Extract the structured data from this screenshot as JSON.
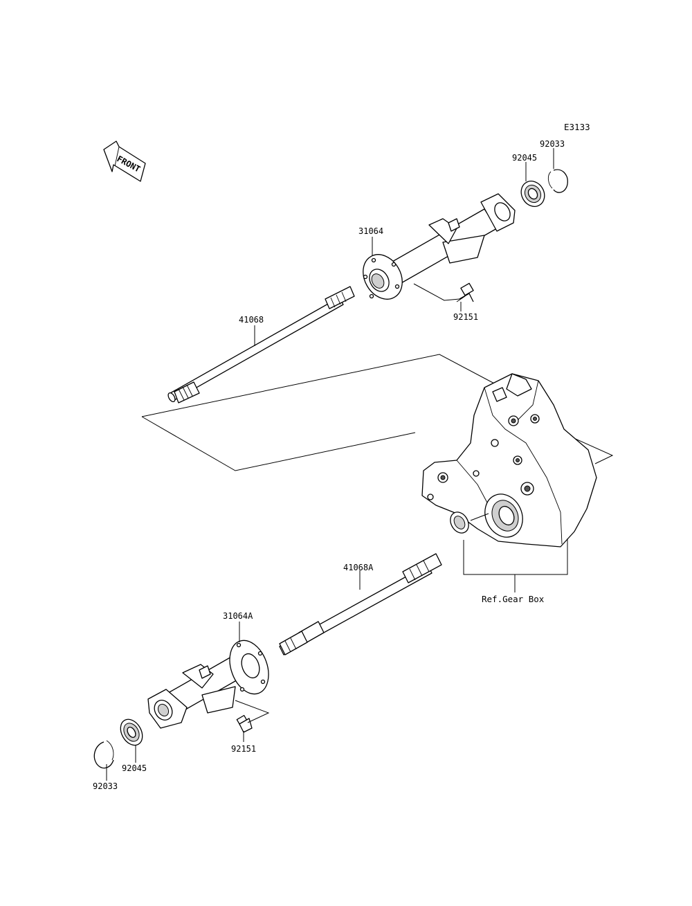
{
  "diagram_code": "E3133",
  "front_arrow": {
    "text": "FRONT",
    "icon": "front-arrow-icon"
  },
  "parts": {
    "upper_circlip": "92033",
    "upper_bearing": "92045",
    "upper_housing": "31064",
    "upper_bolt": "92151",
    "upper_shaft": "41068",
    "lower_shaft": "41068A",
    "lower_housing": "31064A",
    "lower_bolt": "92151",
    "lower_bearing": "92045",
    "lower_circlip": "92033"
  },
  "reference": "Ref.Gear Box"
}
